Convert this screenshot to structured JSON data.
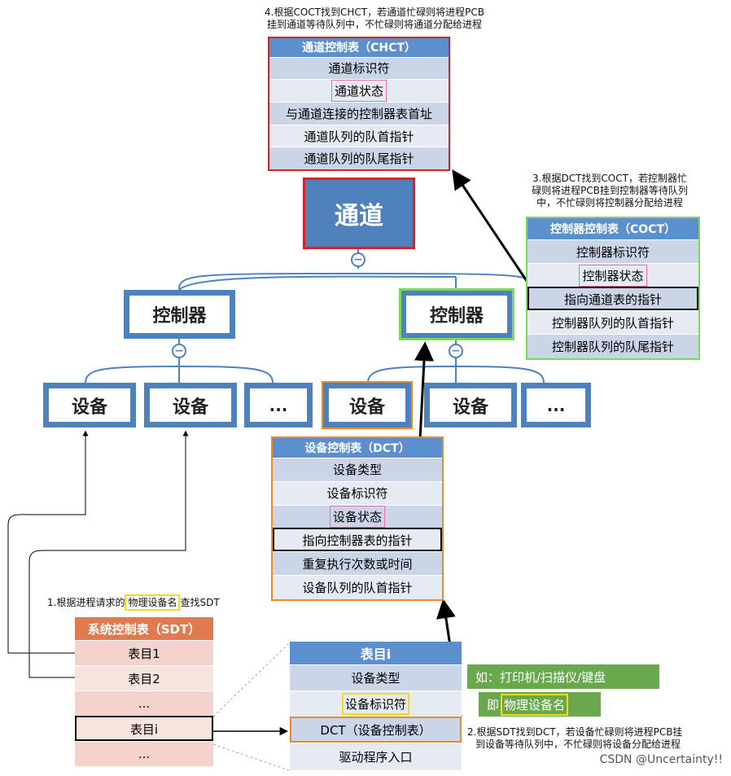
{
  "notes": {
    "step1": "1.根据进程请求的物理设备名查找SDT",
    "step1_pre": "1.根据进程请求的",
    "step1_highlight": "物理设备名",
    "step1_post": "查找SDT",
    "step2_line1": "2.根据SDT找到DCT，若设备忙碌则将进程PCB挂",
    "step2_line2": "到设备等待队列中，不忙碌则将设备分配给进程",
    "step3_line1": "3.根据DCT找到COCT，若控制器忙",
    "step3_line2": "碌则将进程PCB挂到控制器等待队列",
    "step3_line3": "中，不忙碌则将控制器分配给进程",
    "step4_line1": "4.根据COCT找到CHCT，若通道忙碌则将进程PCB",
    "step4_line2": "挂到通道等待队列中，不忙碌则将通道分配给进程"
  },
  "chct": {
    "title": "通道控制表（CHCT）",
    "rows": [
      "通道标识符",
      "通道状态",
      "与通道连接的控制器表首址",
      "通道队列的队首指针",
      "通道队列的队尾指针"
    ]
  },
  "coct": {
    "title": "控制器控制表（COCT）",
    "rows": [
      "控制器标识符",
      "控制器状态",
      "指向通道表的指针",
      "控制器队列的队首指针",
      "控制器队列的队尾指针"
    ]
  },
  "dct": {
    "title": "设备控制表（DCT）",
    "rows": [
      "设备类型",
      "设备标识符",
      "设备状态",
      "指向控制器表的指针",
      "重复执行次数或时间",
      "设备队列的队首指针"
    ]
  },
  "sdt": {
    "title": "系统控制表（SDT）",
    "rows": [
      "表目1",
      "表目2",
      "...",
      "表目i",
      "..."
    ]
  },
  "entry": {
    "title": "表目i",
    "rows": [
      "设备类型",
      "设备标识符",
      "DCT（设备控制表）",
      "驱动程序入口"
    ]
  },
  "tags": {
    "device_type_example": "如：打印机/扫描仪/键盘",
    "device_id_example_pre": "即",
    "device_id_example": "物理设备名"
  },
  "tree": {
    "channel": "通道",
    "controller": "控制器",
    "device": "设备",
    "more": "...",
    "collapse_symbol": "−"
  },
  "colors": {
    "accent_blue": "#4f81bd",
    "header_blue": "#5b8fcd",
    "red": "#e02020",
    "green": "#7ed957",
    "orange": "#f08a24",
    "sdt_header": "#e07b4f",
    "tag_green": "#6aa84f"
  },
  "watermark": "CSDN @Uncertainty!!"
}
